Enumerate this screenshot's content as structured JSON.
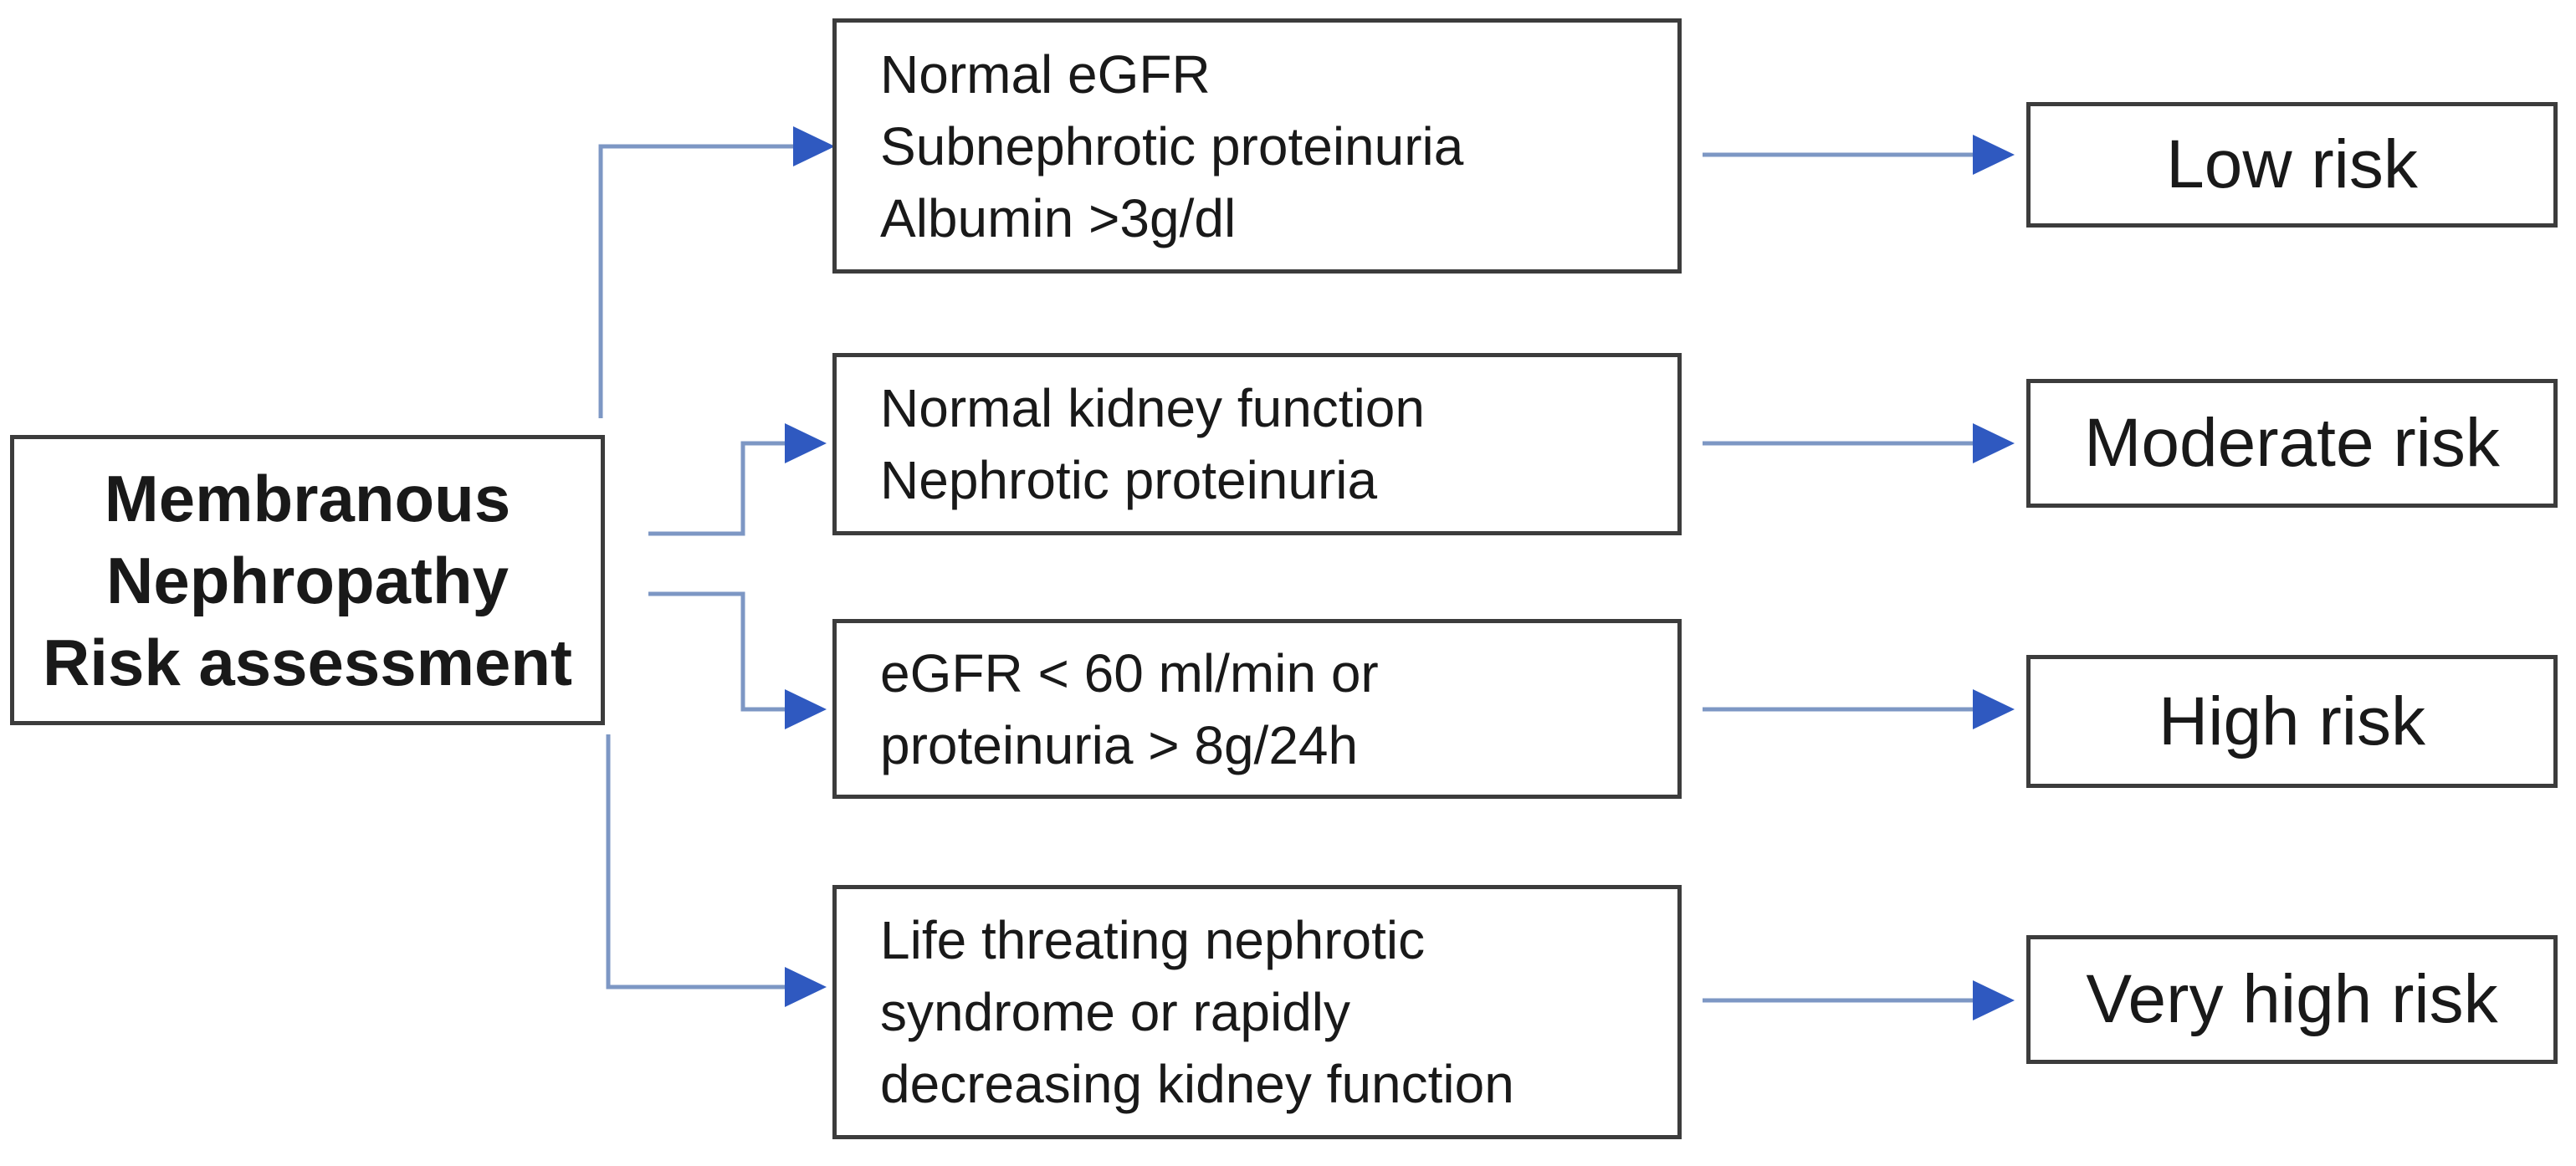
{
  "colors": {
    "background": "#ffffff",
    "box_border": "#3c3c3c",
    "text": "#191919",
    "connector_line": "#7d97c4",
    "arrow_head": "#2f59c0"
  },
  "flowchart": {
    "source": {
      "lines": [
        "Membranous",
        "Nephropathy",
        "Risk assessment"
      ]
    },
    "criteria": [
      {
        "lines": [
          "Normal eGFR",
          "Subnephrotic proteinuria",
          "Albumin >3g/dl"
        ]
      },
      {
        "lines": [
          "Normal kidney function",
          "Nephrotic proteinuria"
        ]
      },
      {
        "lines": [
          "eGFR < 60 ml/min or",
          "proteinuria > 8g/24h"
        ]
      },
      {
        "lines": [
          "Life threating nephrotic",
          "syndrome or rapidly",
          "decreasing kidney function"
        ]
      }
    ],
    "risks": [
      {
        "label": "Low risk"
      },
      {
        "label": "Moderate risk"
      },
      {
        "label": "High risk"
      },
      {
        "label": "Very high risk"
      }
    ]
  }
}
